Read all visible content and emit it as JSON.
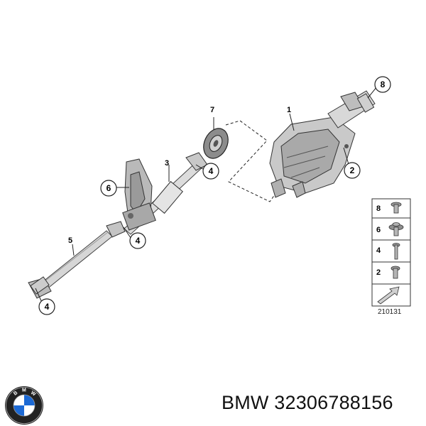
{
  "diagram": {
    "callouts": {
      "part_1": "1",
      "part_2": "2",
      "part_3": "3",
      "part_4a": "4",
      "part_4b": "4",
      "part_4c": "4",
      "part_5": "5",
      "part_6": "6",
      "part_7": "7",
      "part_8": "8"
    },
    "legend": {
      "rows": [
        "8",
        "6",
        "4",
        "2"
      ]
    },
    "diagram_id": "210131"
  },
  "footer": {
    "part_number_text": "BMW 32306788156",
    "logo_letters": "BMW"
  },
  "colors": {
    "bmw_blue": "#1c69d4",
    "part_gray": "#8a8a8a",
    "outline": "#333333"
  }
}
